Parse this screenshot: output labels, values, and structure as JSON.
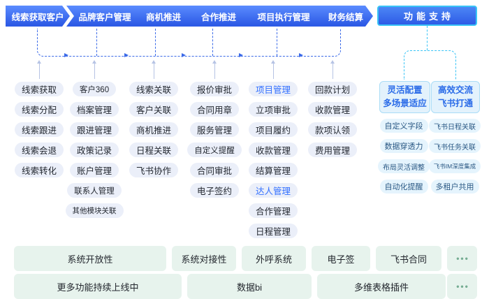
{
  "colors": {
    "blue": "#2E5BE6",
    "light_blue": "#5B8CFF",
    "cyan": "#39C4F6",
    "flow": "#3B6AE8",
    "conn": "#B6C3E4",
    "link_blue": "#3370FF",
    "chip_bg": "#EBEFF9",
    "chip_text": "#232830",
    "header_bg": "#E3F2FC",
    "header_border": "#A9DCF6",
    "header_text": "#2A6BE8",
    "side_bg": "#E5F4FD",
    "side_text": "#2A5884",
    "mint_bg": "#E7F3ED",
    "mint_text": "#23272E",
    "dots": "#76AD93"
  },
  "stages": [
    {
      "label": "线索获取客户"
    },
    {
      "label": "品牌客户管理"
    },
    {
      "label": "商机推进"
    },
    {
      "label": "合作推进"
    },
    {
      "label": "项目执行管理"
    },
    {
      "label": "财务结算"
    }
  ],
  "support_button": {
    "label": "功能支持"
  },
  "columns": [
    {
      "items": [
        "线索获取",
        "线索分配",
        "线索跟进",
        "线索会退",
        "线索转化"
      ]
    },
    {
      "items": [
        "客户360",
        "档案管理",
        "跟进管理",
        "政策记录",
        "账户管理",
        "联系人管理",
        "其他模块关联"
      ]
    },
    {
      "items": [
        "线索关联",
        "客户关联",
        "商机推进",
        "日程关联",
        "飞书协作"
      ]
    },
    {
      "items": [
        "报价审批",
        "合同用章",
        "服务管理",
        "自定义提醒",
        "合同审批",
        "电子签约"
      ]
    },
    {
      "items": [
        {
          "label": "项目管理",
          "highlight": true
        },
        "立项审批",
        "项目履约",
        "收款管理",
        "结算管理",
        {
          "label": "达人管理",
          "highlight": true
        },
        "合作管理",
        "日程管理"
      ]
    },
    {
      "items": [
        "回款计划",
        "收款管理",
        "款项认领",
        "费用管理"
      ]
    }
  ],
  "support_groups": [
    {
      "header_line1": "灵活配置",
      "header_line2": "多场景适应",
      "items": [
        "自定义字段",
        "数据穿透力",
        "布局灵活调整",
        "自动化提醒"
      ]
    },
    {
      "header_line1": "高效交流",
      "header_line2": "飞书打通",
      "items": [
        "飞书日程关联",
        "飞书任务关联",
        "飞书IM深度集成",
        "多租户共用"
      ]
    }
  ],
  "bottom_rows": [
    {
      "items": [
        "系统开放性",
        "系统对接性",
        "外呼系统",
        "电子签",
        "飞书合同",
        "•••"
      ]
    },
    {
      "items": [
        "更多功能持续上线中",
        "数据bi",
        "多维表格插件",
        "•••"
      ]
    }
  ]
}
